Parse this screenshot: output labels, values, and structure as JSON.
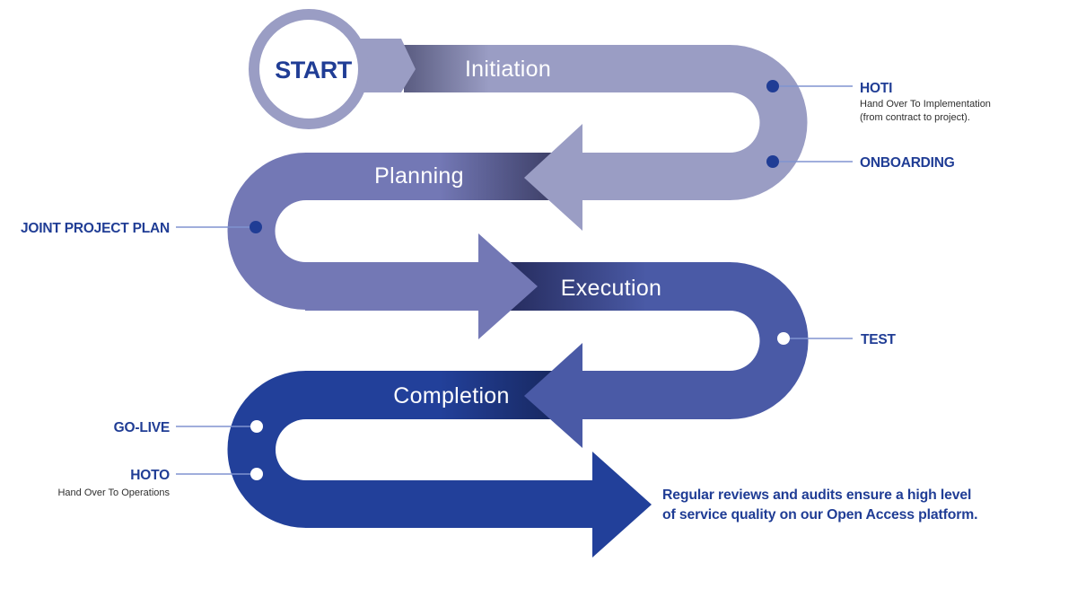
{
  "start": {
    "label": "START"
  },
  "phases": [
    {
      "label": "Initiation"
    },
    {
      "label": "Planning"
    },
    {
      "label": "Execution"
    },
    {
      "label": "Completion"
    }
  ],
  "milestones": {
    "hoti": {
      "title": "HOTI",
      "subtitle_lines": [
        "Hand Over To Implementation",
        "(from contract to project)."
      ]
    },
    "onboarding": {
      "title": "ONBOARDING"
    },
    "joint_project_plan": {
      "title": "JOINT PROJECT PLAN"
    },
    "test": {
      "title": "TEST"
    },
    "go_live": {
      "title": "GO-LIVE"
    },
    "hoto": {
      "title": "HOTO",
      "subtitle_lines": [
        "Hand Over To Operations"
      ]
    }
  },
  "closing_note": {
    "lines": [
      "Regular reviews and audits ensure a high level",
      "of service quality on our Open Access platform."
    ]
  },
  "colors": {
    "text_navy": "#203d95",
    "initiation": "#9a9dc4",
    "planning": "#7378b5",
    "execution": "#4a5aa6",
    "completion": "#22409a",
    "initiation_shadow": "#5b5d82",
    "planning_shadow": "#3b3d64",
    "execution_shadow": "#262c5e",
    "completion_shadow": "#18285f",
    "dot_navy": "#203d95",
    "dot_white": "#ffffff",
    "leader_line": "#8093d0"
  }
}
